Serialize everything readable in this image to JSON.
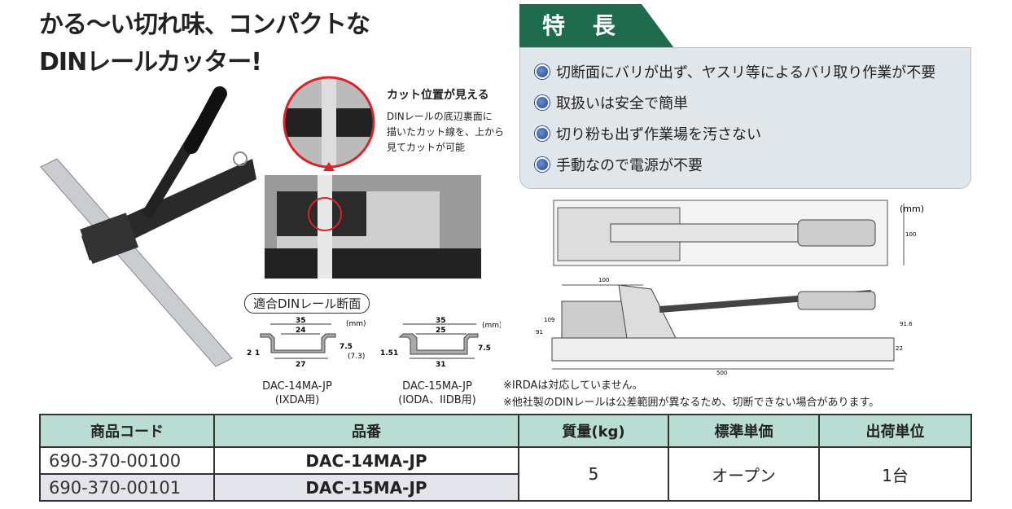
{
  "title": {
    "line1": "かる〜い切れ味、コンパクトな",
    "line2": "DINレールカッター!"
  },
  "callout": {
    "heading": "カット位置が見える",
    "desc": [
      "DINレールの底辺裏面に",
      "描いたカット線を、上から",
      "見てカットが可能"
    ]
  },
  "features": {
    "header": "特 長",
    "items": [
      "切断面にバリが出ず、ヤスリ等によるバリ取り作業が不要",
      "取扱いは安全で簡単",
      "切り粉も出ず作業場を汚さない",
      "手動なので電源が不要"
    ]
  },
  "drawing": {
    "unit": "(mm)",
    "dims": [
      "100",
      "100",
      "109",
      "91",
      "91.6",
      "500",
      "22"
    ]
  },
  "din": {
    "label": "適合DINレール断面",
    "unit": "(mm)",
    "a": {
      "w35": "35",
      "w24": "24",
      "w27": "27",
      "h": "7.5",
      "h2": "(7.3)",
      "t1": "2",
      "t2": "1",
      "model": "DAC-14MA-JP",
      "use": "(IXDA用)"
    },
    "b": {
      "w35": "35",
      "w25": "25",
      "w31": "31",
      "h": "7.5",
      "t1": "1.5",
      "t2": "1",
      "model": "DAC-15MA-JP",
      "use": "(IODA、IIDB用)"
    }
  },
  "notes": [
    "※IRDAは対応していません。",
    "※他社製のDINレールは公差範囲が異なるため、切断できない場合があります。"
  ],
  "table": {
    "headers": [
      "商品コード",
      "品番",
      "質量(kg)",
      "標準単価",
      "出荷単位"
    ],
    "rows": [
      {
        "code": "690-370-00100",
        "pn": "DAC-14MA-JP"
      },
      {
        "code": "690-370-00101",
        "pn": "DAC-15MA-JP"
      }
    ],
    "mass": "5",
    "price": "オープン",
    "unit": "1台"
  },
  "colors": {
    "header_bg": "#b9ddd3",
    "feature_header": "#1f6b4e",
    "feature_box": "#e1e6ea",
    "bullet": "#23449a"
  }
}
